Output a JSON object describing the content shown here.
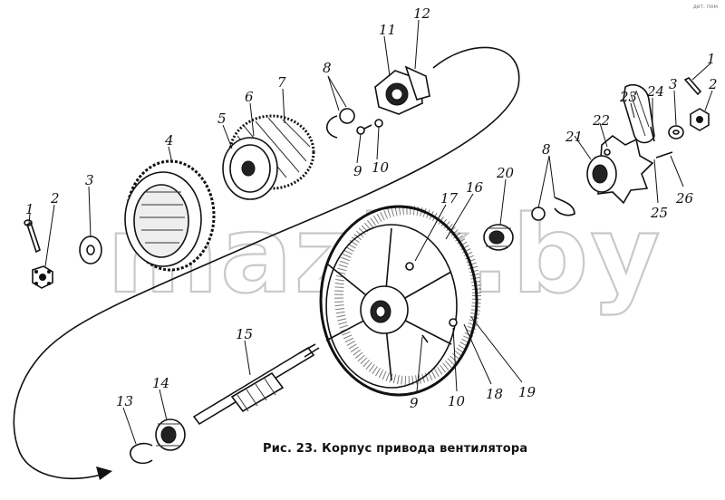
{
  "figure": {
    "caption": "Рис. 23. Корпус привода вентилятора",
    "corner_mark": "дет. пом",
    "watermark": "mazik.by"
  },
  "callouts": [
    {
      "id": "c1a",
      "text": "1"
    },
    {
      "id": "c2a",
      "text": "2"
    },
    {
      "id": "c3a",
      "text": "3"
    },
    {
      "id": "c4",
      "text": "4"
    },
    {
      "id": "c5",
      "text": "5"
    },
    {
      "id": "c6",
      "text": "6"
    },
    {
      "id": "c7",
      "text": "7"
    },
    {
      "id": "c8a",
      "text": "8"
    },
    {
      "id": "c9a",
      "text": "9"
    },
    {
      "id": "c10a",
      "text": "10"
    },
    {
      "id": "c11",
      "text": "11"
    },
    {
      "id": "c12",
      "text": "12"
    },
    {
      "id": "c13",
      "text": "13"
    },
    {
      "id": "c14",
      "text": "14"
    },
    {
      "id": "c15",
      "text": "15"
    },
    {
      "id": "c16",
      "text": "16"
    },
    {
      "id": "c17",
      "text": "17"
    },
    {
      "id": "c18",
      "text": "18"
    },
    {
      "id": "c19",
      "text": "19"
    },
    {
      "id": "c20",
      "text": "20"
    },
    {
      "id": "c21",
      "text": "21"
    },
    {
      "id": "c22",
      "text": "22"
    },
    {
      "id": "c23",
      "text": "23"
    },
    {
      "id": "c24",
      "text": "24"
    },
    {
      "id": "c3b",
      "text": "3"
    },
    {
      "id": "c1b",
      "text": "1"
    },
    {
      "id": "c2b",
      "text": "2"
    },
    {
      "id": "c8b",
      "text": "8"
    },
    {
      "id": "c25",
      "text": "25"
    },
    {
      "id": "c26",
      "text": "26"
    },
    {
      "id": "c9b",
      "text": "9"
    },
    {
      "id": "c10b",
      "text": "10"
    }
  ]
}
